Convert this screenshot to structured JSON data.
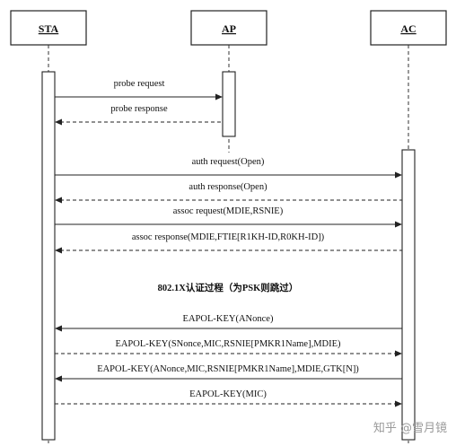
{
  "participants": [
    {
      "id": "sta",
      "label": "STA"
    },
    {
      "id": "ap",
      "label": "AP"
    },
    {
      "id": "ac",
      "label": "AC"
    }
  ],
  "messages": [
    {
      "label": "probe request",
      "from": "sta",
      "to": "ap",
      "style": "solid"
    },
    {
      "label": "probe response",
      "from": "ap",
      "to": "sta",
      "style": "dashed"
    },
    {
      "label": "auth request(Open)",
      "from": "sta",
      "to": "ac",
      "style": "solid"
    },
    {
      "label": "auth response(Open)",
      "from": "ac",
      "to": "sta",
      "style": "dashed"
    },
    {
      "label": "assoc request(MDIE,RSNIE)",
      "from": "sta",
      "to": "ac",
      "style": "solid"
    },
    {
      "label": "assoc response(MDIE,FTIE[R1KH-ID,R0KH-ID])",
      "from": "ac",
      "to": "sta",
      "style": "dashed"
    },
    {
      "label": "EAPOL-KEY(ANonce)",
      "from": "ac",
      "to": "sta",
      "style": "solid"
    },
    {
      "label": "EAPOL-KEY(SNonce,MIC,RSNIE[PMKR1Name],MDIE)",
      "from": "sta",
      "to": "ac",
      "style": "dashed"
    },
    {
      "label": "EAPOL-KEY(ANonce,MIC,RSNIE[PMKR1Name],MDIE,GTK[N])",
      "from": "ac",
      "to": "sta",
      "style": "solid"
    },
    {
      "label": "EAPOL-KEY(MIC)",
      "from": "sta",
      "to": "ac",
      "style": "dashed"
    }
  ],
  "note": "802.1X认证过程（为PSK则跳过）",
  "watermark": "知乎 @雪月镜"
}
